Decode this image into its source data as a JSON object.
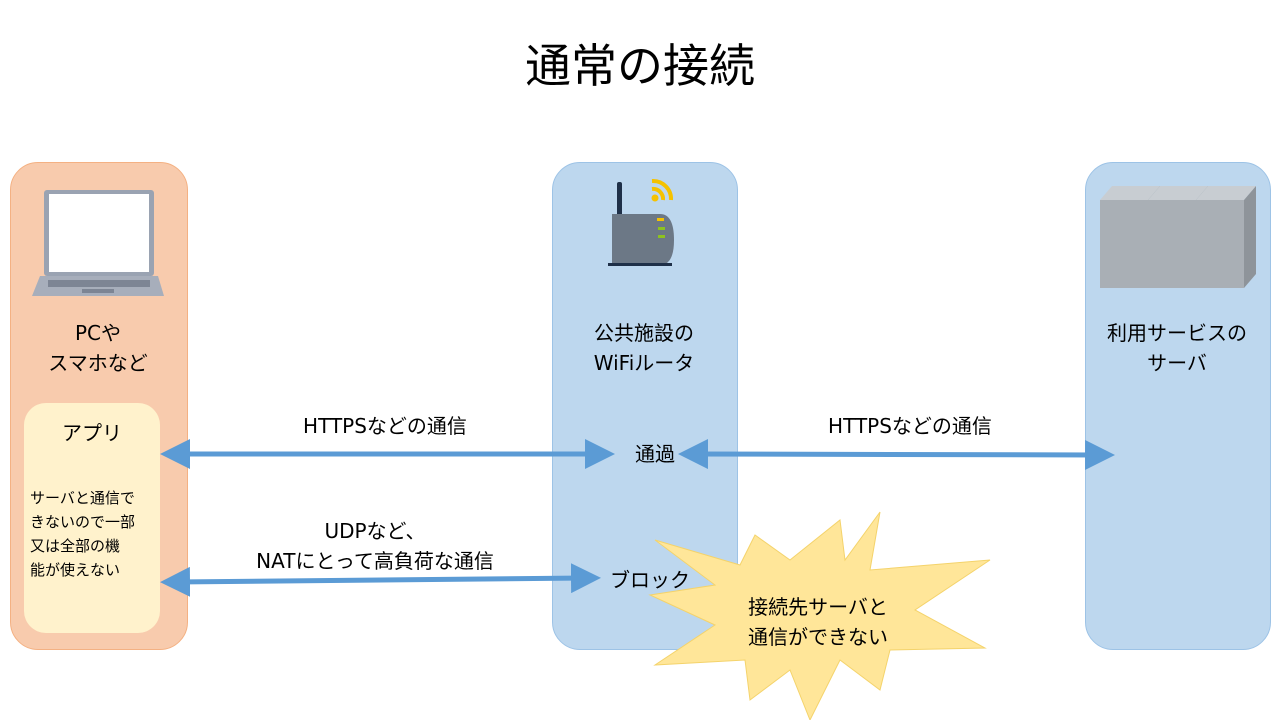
{
  "title": "通常の接続",
  "device": {
    "label_line1": "PCや",
    "label_line2": "スマホなど",
    "icon": "laptop-icon"
  },
  "app": {
    "label": "アプリ",
    "desc_lines": [
      "サーバと通信で",
      "きないので一部",
      "又は全部の機",
      "能が使えない"
    ]
  },
  "router": {
    "label_line1": "公共施設の",
    "label_line2": "WiFiルータ",
    "icon": "wifi-router-icon",
    "pass_label": "通過",
    "block_label": "ブロック"
  },
  "server": {
    "label_line1": "利用サービスの",
    "label_line2": "サーバ",
    "icon": "server-icon"
  },
  "arrows": {
    "https_left": "HTTPSなどの通信",
    "https_right": "HTTPSなどの通信",
    "udp_line1": "UDPなど、",
    "udp_line2": "NATにとって高負荷な通信"
  },
  "burst": {
    "line1": "接続先サーバと",
    "line2": "通信ができない"
  },
  "colors": {
    "device_fill": "#F8CBAD",
    "app_fill": "#FFF2CC",
    "node_fill": "#BDD7EE",
    "arrow": "#5B9BD5",
    "burst": "#FFE699"
  }
}
